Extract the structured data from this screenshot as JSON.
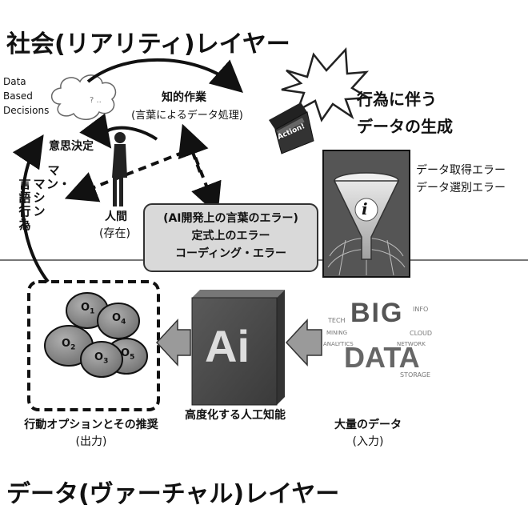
{
  "layers": {
    "social": "社会(リアリティ)レイヤー",
    "data": "データ(ヴァーチャル)レイヤー"
  },
  "left": {
    "data_based_decisions": "Data\nBased\nDecisions",
    "ishikettei": "意思決定",
    "man_machine_1": "マン・",
    "man_machine_2": "マシン",
    "gengo_koui": "言語行為"
  },
  "center": {
    "intellectual_work_1": "知的作業",
    "intellectual_work_2": "(言葉によるデータ処理)",
    "human_1": "人間",
    "human_2": "(存在)",
    "errors_1": "(AI開発上の言葉のエラー)",
    "errors_2": "定式上のエラー",
    "errors_3": "コーディング・エラー"
  },
  "right": {
    "action_1": "行為に伴う",
    "action_2": "データの生成",
    "clapper_text": "Action!",
    "data_err_1": "データ取得エラー",
    "data_err_2": "データ選別エラー",
    "funnel_letter": "i"
  },
  "bottom": {
    "options_1": "行動オプションとその推奨",
    "options_2": "(出力)",
    "ai_logo": "Ai",
    "ai_label": "高度化する人工知能",
    "bigdata_1": "大量のデータ",
    "bigdata_2": "(入力)",
    "cloud_big": "BIG",
    "cloud_data": "DATA",
    "cloud_words": [
      "ANALYTICS",
      "STORAGE",
      "CLOUD",
      "MINING",
      "INFO",
      "TECH",
      "NETWORK"
    ]
  },
  "options": [
    {
      "base": "O",
      "sub": "1"
    },
    {
      "base": "O",
      "sub": "2"
    },
    {
      "base": "O",
      "sub": "3"
    },
    {
      "base": "O",
      "sub": "4"
    },
    {
      "base": "O",
      "sub": "5"
    }
  ],
  "colors": {
    "ai_dark": "#4a4a4a",
    "ai_light": "#8a8a8a",
    "error_box": "#d9d9d9",
    "circle": "#8c8c8c"
  }
}
